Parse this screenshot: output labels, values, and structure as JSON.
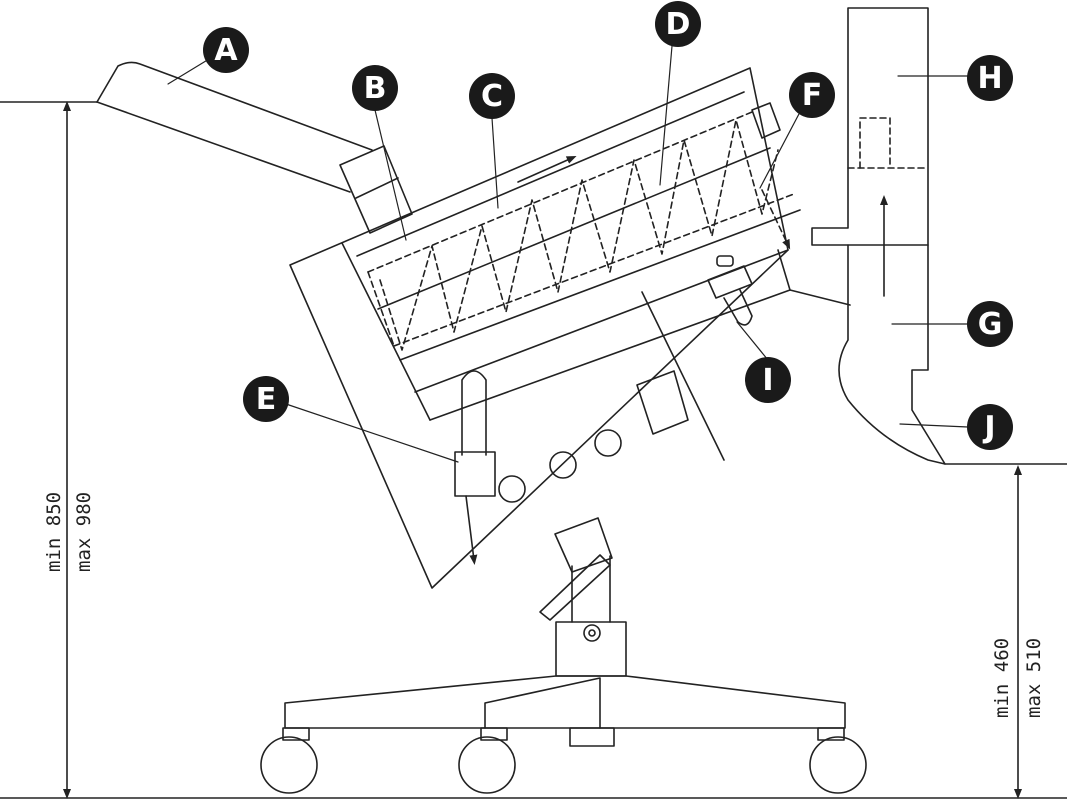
{
  "labels": {
    "A": "A",
    "B": "B",
    "C": "C",
    "D": "D",
    "E": "E",
    "F": "F",
    "G": "G",
    "H": "H",
    "I": "I",
    "J": "J"
  },
  "dimensions": {
    "left_min": "min 850",
    "left_max": "max 980",
    "right_min": "min 460",
    "right_max": "max 510"
  },
  "colors": {
    "line": "#222222",
    "callout_fill": "#1a1a1a",
    "callout_text": "#ffffff",
    "background": "#ffffff"
  }
}
